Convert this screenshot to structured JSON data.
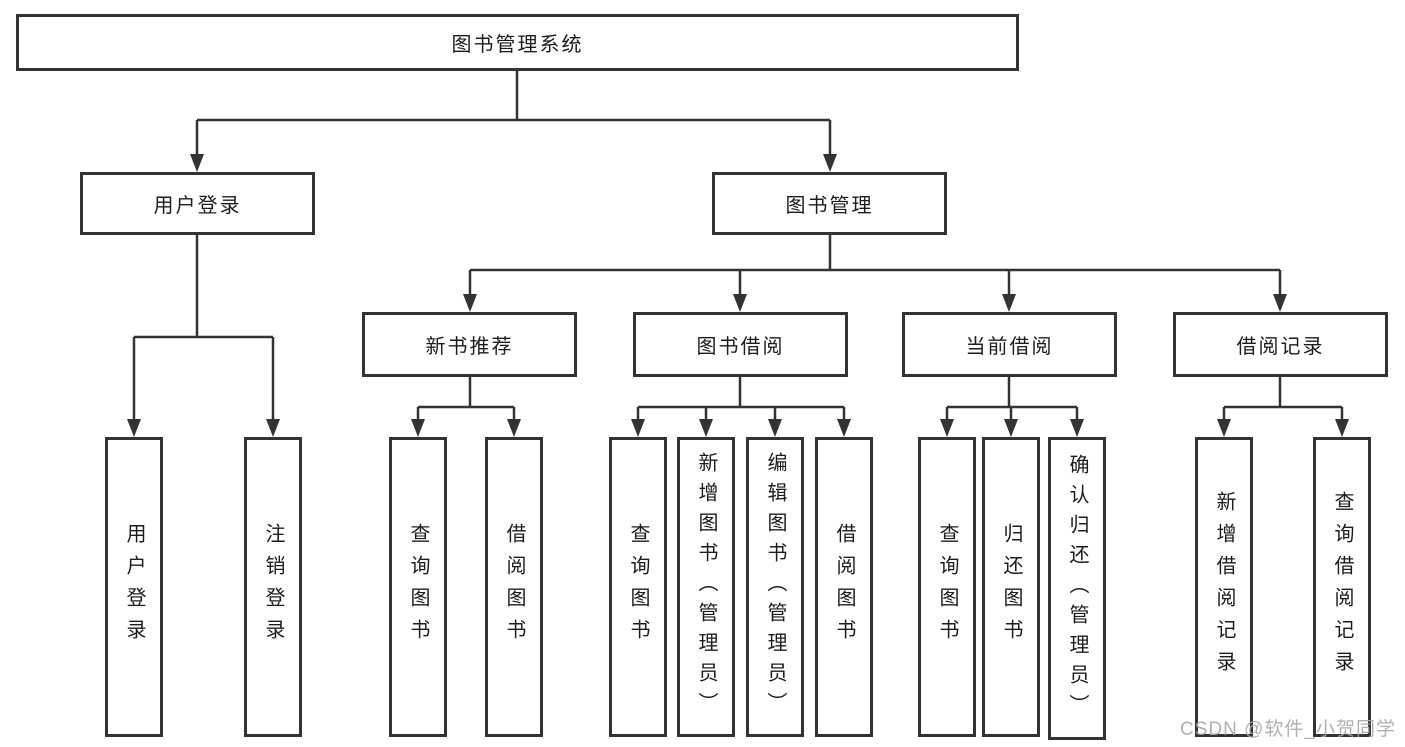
{
  "colors": {
    "line": "#333333",
    "box_border": "#333333",
    "text": "#1c1c1c",
    "watermark": "#a8a8a8",
    "background": "#ffffff"
  },
  "watermark": {
    "text": "CSDN @软件_小贺同学"
  },
  "tree": {
    "root": {
      "label": "图书管理系统",
      "children": [
        {
          "label": "用户登录",
          "children": [
            {
              "label": "用户登录"
            },
            {
              "label": "注销登录"
            }
          ]
        },
        {
          "label": "图书管理",
          "children": [
            {
              "label": "新书推荐",
              "children": [
                {
                  "label": "查询图书"
                },
                {
                  "label": "借阅图书"
                }
              ]
            },
            {
              "label": "图书借阅",
              "children": [
                {
                  "label": "查询图书"
                },
                {
                  "label": "新增图书（管理员）"
                },
                {
                  "label": "编辑图书（管理员）"
                },
                {
                  "label": "借阅图书"
                }
              ]
            },
            {
              "label": "当前借阅",
              "children": [
                {
                  "label": "查询图书"
                },
                {
                  "label": "归还图书"
                },
                {
                  "label": "确认归还（管理员）"
                }
              ]
            },
            {
              "label": "借阅记录",
              "children": [
                {
                  "label": "新增借阅记录"
                },
                {
                  "label": "查询借阅记录"
                }
              ]
            }
          ]
        }
      ]
    }
  }
}
